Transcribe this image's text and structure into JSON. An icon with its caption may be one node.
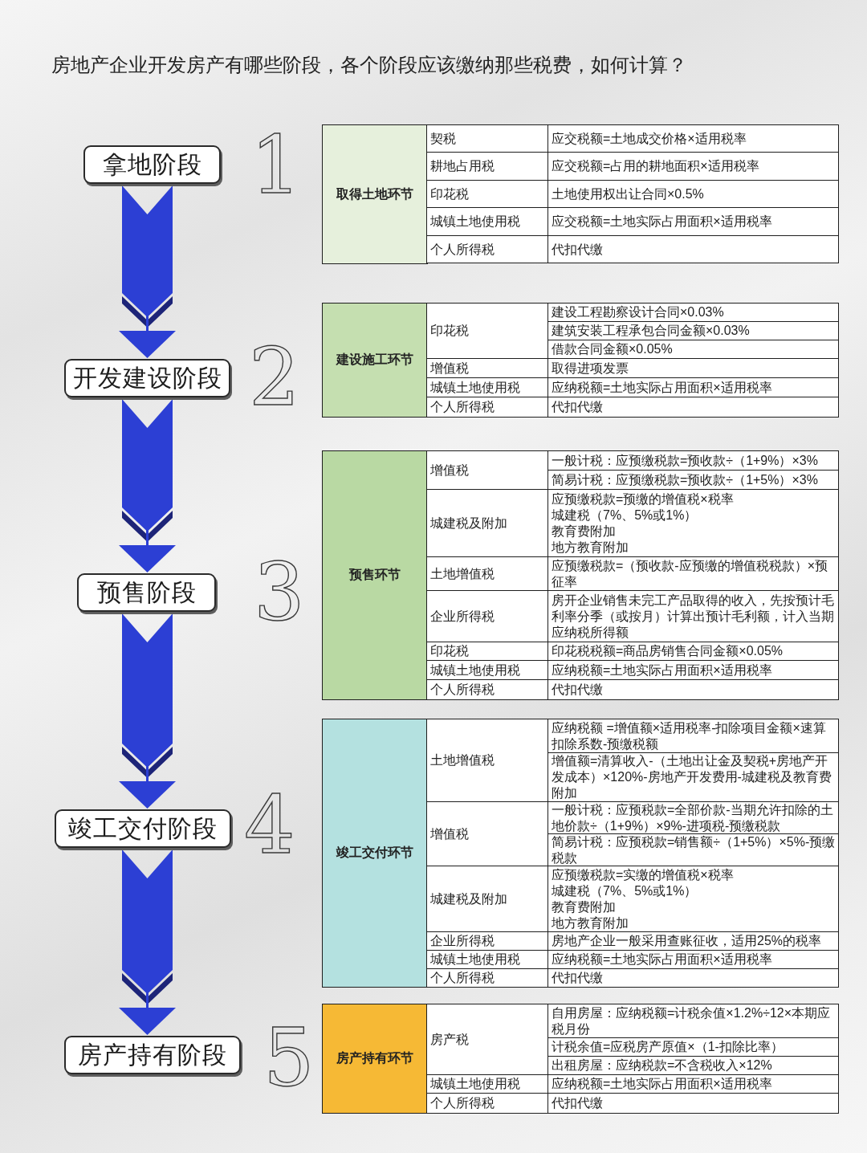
{
  "diagram": {
    "title": "房地产企业开发房产有哪些阶段，各个阶段应该缴纳那些税费，如何计算？",
    "nodes": [
      {
        "text": [
          "拿地阶段"
        ],
        "beside": [
          "1"
        ]
      },
      {
        "text": [
          "开发建设阶段"
        ],
        "beside": [
          "2"
        ]
      },
      {
        "text": [
          "预售阶段"
        ],
        "beside": [
          "3"
        ]
      },
      {
        "text": [
          "竣工交付阶段"
        ],
        "beside": [
          "4"
        ]
      },
      {
        "text": [
          "房产持有阶段"
        ],
        "beside": [
          "5"
        ]
      }
    ],
    "edges": [
      {
        "from": 0,
        "to": 1,
        "arrow": "to"
      },
      {
        "from": 1,
        "to": 2,
        "arrow": "to"
      },
      {
        "from": 2,
        "to": 3,
        "arrow": "to"
      },
      {
        "from": 3,
        "to": 4,
        "arrow": "to"
      }
    ],
    "labels": [
      "取得土地环节",
      "契税",
      "应交税额=土地成交价格×适用税率",
      "耕地占用税",
      "应交税额=占用的耕地面积×适用税率",
      "印花税",
      "土地使用权出让合同×0.5%",
      "城镇土地使用税",
      "应交税额=土地实际占用面积×适用税率",
      "个人所得税",
      "代扣代缴",
      "建设施工环节",
      "印花税",
      "建设工程勘察设计合同×0.03%",
      "建筑安装工程承包合同金额×0.03%",
      "借款合同金额×0.05%",
      "增值税",
      "取得进项发票",
      "城镇土地使用税",
      "应纳税额=土地实际占用面积×适用税率",
      "个人所得税",
      "代扣代缴",
      "预售环节",
      "增值税",
      "一般计税：应预缴税款=预收款÷（1+9%）×3%",
      "简易计税：应预缴税款=预收款÷（1+5%）×3%",
      "城建税及附加",
      "应预缴税款=预缴的增值税×税率",
      "城建税（7%、5%或1%）",
      "教育费附加",
      "地方教育附加",
      "土地增值税",
      "应预缴税款=（预收款-应预缴的增值税税款）×预征率",
      "企业所得税",
      "房开企业销售未完工产品取得的收入，先按预计毛利率分季（或按月）计算出预计毛利额，计入当期应纳税所得额",
      "印花税",
      "印花税税额=商品房销售合同金额×0.05%",
      "城镇土地使用税",
      "应纳税额=土地实际占用面积×适用税率",
      "个人所得税",
      "代扣代缴",
      "竣工交付环节",
      "土地增值税",
      "应纳税额 =增值额×适用税率-扣除项目金额×速算扣除系数-预缴税额",
      "增值额=清算收入-（土地出让金及契税+房地产开发成本）×120%-房地产开发费用-城建税及教育费附加",
      "增值税",
      "一般计税：应预税款=全部价款-当期允许扣除的土地价款÷（1+9%）×9%-进项税-预缴税款",
      "简易计税：应预税款=销售额÷（1+5%）×5%-预缴税款",
      "城建税及附加",
      "应预缴税款=实缴的增值税×税率",
      "城建税（7%、5%或1%）",
      "教育费附加",
      "地方教育附加",
      "企业所得税",
      "房地产企业一般采用查账征收，适用25%的税率",
      "城镇土地使用税",
      "应纳税额=土地实际占用面积×适用税率",
      "个人所得税",
      "代扣代缴",
      "房产持有环节",
      "房产税",
      "自用房屋：应纳税额=计税余值×1.2%÷12×本期应税月份",
      "计税余值=应税房产原值×（1-扣除比率）",
      "出租房屋：应纳税款=不含税收入×12%",
      "城镇土地使用税",
      "应纳税额=土地实际占用面积×适用税率",
      "个人所得税",
      "代扣代缴"
    ]
  }
}
